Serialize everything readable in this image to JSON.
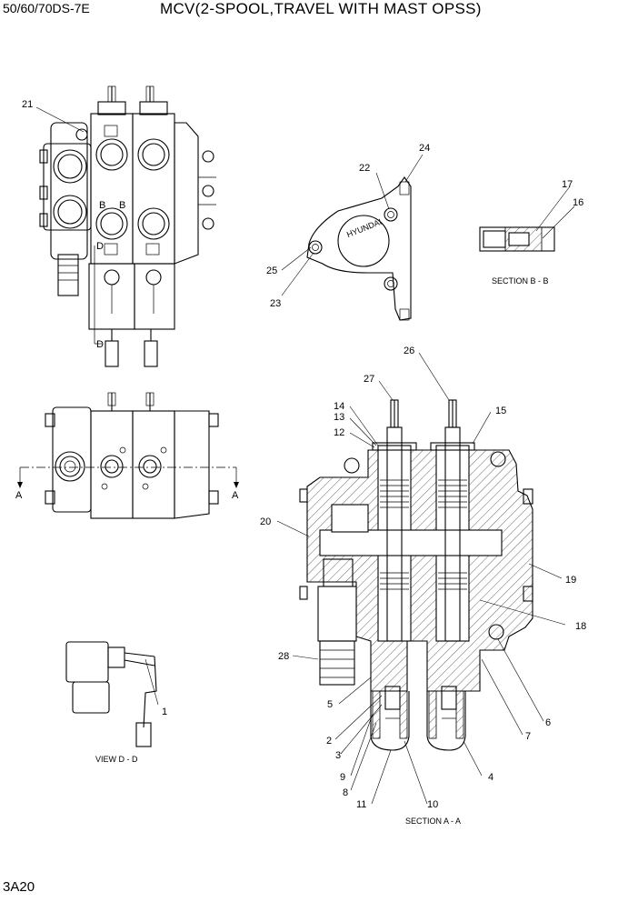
{
  "header": {
    "model": "50/60/70DS-7E",
    "title": "MCV(2-SPOOL,TRAVEL WITH MAST OPSS)"
  },
  "footer": {
    "page_code": "3A20"
  },
  "views": {
    "section_bb": "SECTION B - B",
    "view_dd": "VIEW D - D",
    "section_aa": "SECTION A - A"
  },
  "view_markers": {
    "B1": "B",
    "B2": "B",
    "D1": "D",
    "D2": "D",
    "A1": "A",
    "A2": "A"
  },
  "bracket_text": "HYUNDAI",
  "callouts": {
    "n1": "1",
    "n2": "2",
    "n3": "3",
    "n4": "4",
    "n5": "5",
    "n6": "6",
    "n7": "7",
    "n8": "8",
    "n9": "9",
    "n10": "10",
    "n11": "11",
    "n12": "12",
    "n13": "13",
    "n14": "14",
    "n15": "15",
    "n16": "16",
    "n17": "17",
    "n18": "18",
    "n19": "19",
    "n20": "20",
    "n21": "21",
    "n22": "22",
    "n23": "23",
    "n24": "24",
    "n25": "25",
    "n26": "26",
    "n27": "27",
    "n28": "28"
  }
}
